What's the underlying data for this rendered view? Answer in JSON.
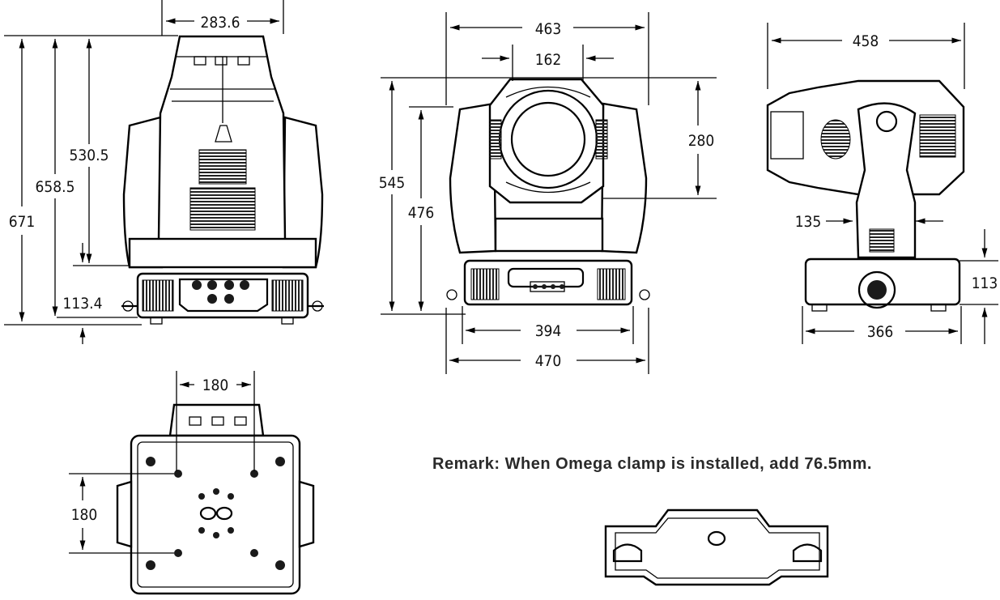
{
  "dimensions": {
    "front": {
      "width_top": "283.6",
      "h_total": "671",
      "h_tilt": "658.5",
      "h_head": "530.5",
      "h_base": "113.4"
    },
    "rear": {
      "width": "463",
      "lens": "162",
      "h_total": "545",
      "h_head": "476",
      "h_upper": "280",
      "base_inner": "394",
      "base_outer": "470"
    },
    "side": {
      "width": "458",
      "arm": "135",
      "base_h": "113",
      "base_w": "366"
    },
    "bottom": {
      "width": "180",
      "height": "180"
    }
  },
  "remark": "Remark: When Omega clamp is installed, add 76.5mm."
}
